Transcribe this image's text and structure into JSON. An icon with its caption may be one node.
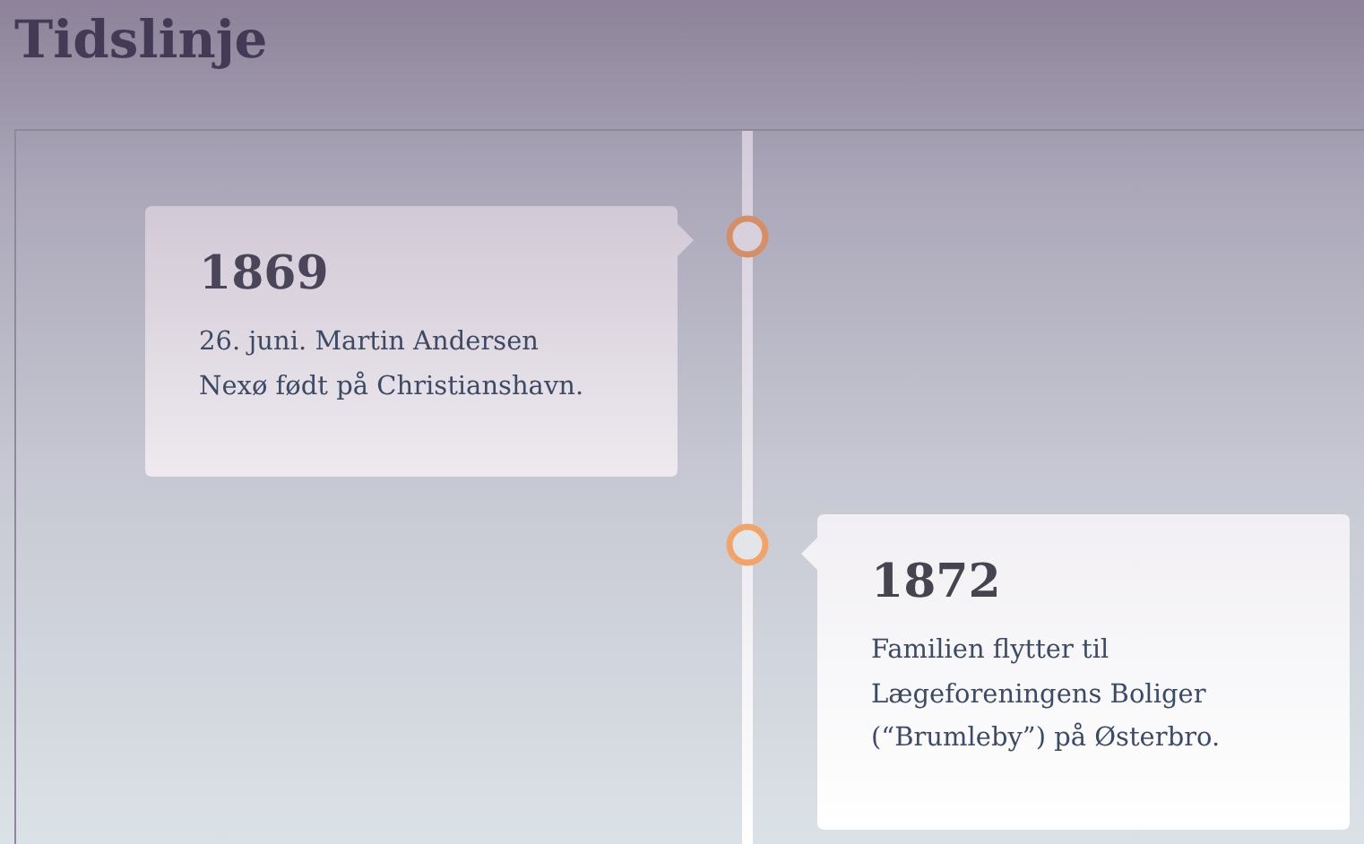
{
  "diagram": {
    "title": "Tidslinje",
    "nodes": [
      {
        "text": [],
        "shape": "box"
      },
      {
        "text": [
          "1869",
          "26. juni. Martin Andersen Nexø født på Christianshavn."
        ],
        "in": 0
      },
      {
        "text": [
          "1872",
          "Familien flytter til Lægeforeningens Boliger (“Brumleby”) på Østerbro."
        ],
        "in": 0
      }
    ]
  }
}
